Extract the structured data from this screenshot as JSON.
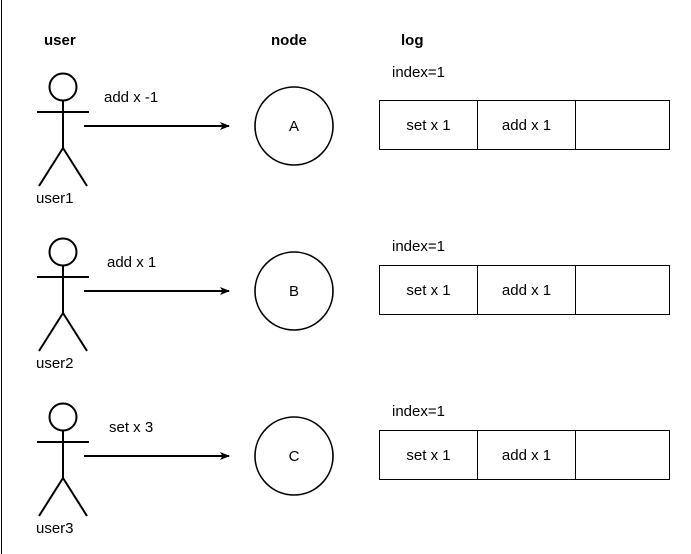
{
  "columns": {
    "user_header": "user",
    "node_header": "node",
    "log_header": "log"
  },
  "colors": {
    "stroke": "#000000",
    "background": "#ffffff",
    "text": "#000000"
  },
  "rows": [
    {
      "actor_label": "user1",
      "actor_icon": "stick-figure-icon",
      "edge_label": "add x -1",
      "edge_icon": "arrow-right-icon",
      "node_label": "A",
      "index_label": "index=1",
      "log_cells": [
        "set x 1",
        "add x 1",
        ""
      ]
    },
    {
      "actor_label": "user2",
      "actor_icon": "stick-figure-icon",
      "edge_label": "add x 1",
      "edge_icon": "arrow-right-icon",
      "node_label": "B",
      "index_label": "index=1",
      "log_cells": [
        "set x 1",
        "add x 1",
        ""
      ]
    },
    {
      "actor_label": "user3",
      "actor_icon": "stick-figure-icon",
      "edge_label": "set x 3",
      "edge_icon": "arrow-right-icon",
      "node_label": "C",
      "index_label": "index=1",
      "log_cells": [
        "set x 1",
        "add x 1",
        ""
      ]
    }
  ]
}
